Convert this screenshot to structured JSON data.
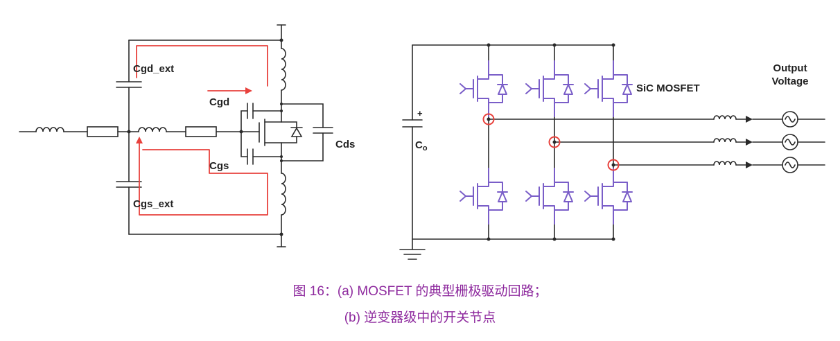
{
  "caption": {
    "line1": "图 16：(a) MOSFET 的典型栅极驱动回路；",
    "line2": "(b) 逆变器级中的开关节点",
    "color": "#8e2a9e"
  },
  "circuit_a": {
    "description": "Typical MOSFET gate drive loop schematic",
    "labels": {
      "cgd_ext": "Cgd_ext",
      "cgd": "Cgd",
      "cgs": "Cgs",
      "cds": "Cds",
      "cgs_ext": "Cgs_ext"
    },
    "colors": {
      "wire": "#2a2a2a",
      "loop_arrow": "#e8413c"
    }
  },
  "circuit_b": {
    "description": "Switching nodes in an inverter stage",
    "labels": {
      "plus": "+",
      "cap_main": "C",
      "cap_sub": "o",
      "sic_mosfet": "SiC MOSFET",
      "output_line1": "Output",
      "output_line2": "Voltage"
    },
    "colors": {
      "wire": "#2a2a2a",
      "mosfet": "#7a5ec8",
      "switch_node": "#e8413c"
    }
  }
}
